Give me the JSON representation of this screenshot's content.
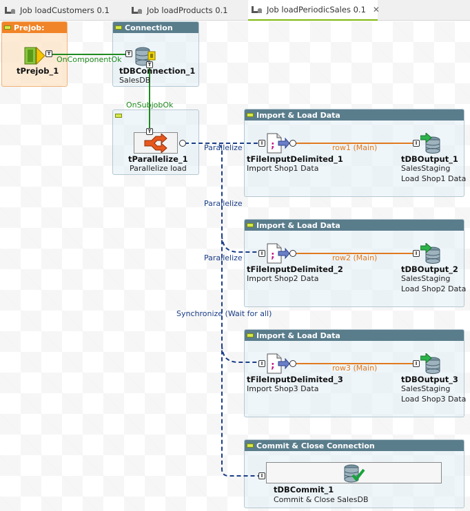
{
  "tabs": [
    {
      "label": "Job loadCustomers 0.1",
      "active": false
    },
    {
      "label": "Job loadProducts 0.1",
      "active": false
    },
    {
      "label": "Job loadPeriodicSales 0.1",
      "active": true,
      "close": "✕"
    }
  ],
  "subjobs": {
    "prejob": {
      "title": "Prejob:"
    },
    "connection": {
      "title": "Connection"
    },
    "import1": {
      "title": "Import & Load Data"
    },
    "import2": {
      "title": "Import & Load Data"
    },
    "import3": {
      "title": "Import & Load Data"
    },
    "commit": {
      "title": "Commit & Close Connection"
    }
  },
  "components": {
    "prejob": {
      "name": "tPrejob_1"
    },
    "dbconnection": {
      "name": "tDBConnection_1",
      "sub": "SalesDB"
    },
    "parallelize": {
      "name": "tParallelize_1",
      "sub": "Parallelize load"
    },
    "file1": {
      "name": "tFileInputDelimited_1",
      "sub": "Import Shop1 Data"
    },
    "file2": {
      "name": "tFileInputDelimited_2",
      "sub": "Import Shop2 Data"
    },
    "file3": {
      "name": "tFileInputDelimited_3",
      "sub": "Import Shop3 Data"
    },
    "out1": {
      "name": "tDBOutput_1",
      "sub1": "SalesStaging",
      "sub2": "Load Shop1 Data"
    },
    "out2": {
      "name": "tDBOutput_2",
      "sub1": "SalesStaging",
      "sub2": "Load Shop2 Data"
    },
    "out3": {
      "name": "tDBOutput_3",
      "sub1": "SalesStaging",
      "sub2": "Load Shop3 Data"
    },
    "commit": {
      "name": "tDBCommit_1",
      "sub": "Commit & Close SalesDB"
    }
  },
  "connections": {
    "on_component_ok": "OnComponentOk",
    "on_subjob_ok": "OnSubjobOk",
    "parallelize_1": "Parallelize",
    "parallelize_2": "Parallelize",
    "parallelize_3": "Parallelize",
    "synchronize": "Synchronize (Wait for all)",
    "row1": "row1 (Main)",
    "row2": "row2 (Main)",
    "row3": "row3 (Main)"
  },
  "ports": {
    "trigger": "T",
    "input": "I"
  },
  "colors": {
    "active_tab_underline": "#7fb80e",
    "prejob_header": "#f08428",
    "subjob_header": "#5a7d8c",
    "trigger_link": "#1f8a1f",
    "parallel_link": "#1a3d87",
    "main_link": "#e07a1e"
  }
}
